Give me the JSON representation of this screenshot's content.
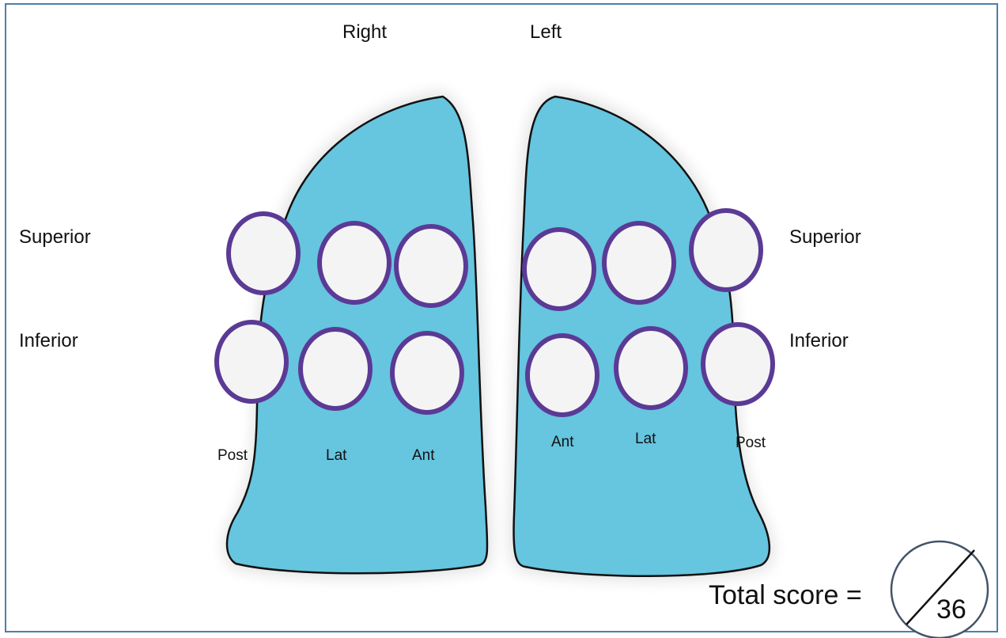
{
  "labels": {
    "right_lung": "Right",
    "left_lung": "Left",
    "superior_right": "Superior",
    "superior_left": "Superior",
    "inferior_right": "Inferior",
    "inferior_left": "Inferior",
    "right_post": "Post",
    "right_lat": "Lat",
    "right_ant": "Ant",
    "left_ant": "Ant",
    "left_lat": "Lat",
    "left_post": "Post"
  },
  "score": {
    "label": "Total score =",
    "max": "36"
  },
  "colors": {
    "lung_fill": "#66c5df",
    "zone_fill": "#f4f4f4",
    "zone_stroke": "#5b3a96",
    "frame_border": "#4f7ea8"
  },
  "zones": [
    {
      "lung": "right",
      "level": "superior",
      "position": "post"
    },
    {
      "lung": "right",
      "level": "superior",
      "position": "lat"
    },
    {
      "lung": "right",
      "level": "superior",
      "position": "ant"
    },
    {
      "lung": "right",
      "level": "inferior",
      "position": "post"
    },
    {
      "lung": "right",
      "level": "inferior",
      "position": "lat"
    },
    {
      "lung": "right",
      "level": "inferior",
      "position": "ant"
    },
    {
      "lung": "left",
      "level": "superior",
      "position": "ant"
    },
    {
      "lung": "left",
      "level": "superior",
      "position": "lat"
    },
    {
      "lung": "left",
      "level": "superior",
      "position": "post"
    },
    {
      "lung": "left",
      "level": "inferior",
      "position": "ant"
    },
    {
      "lung": "left",
      "level": "inferior",
      "position": "lat"
    },
    {
      "lung": "left",
      "level": "inferior",
      "position": "post"
    }
  ]
}
